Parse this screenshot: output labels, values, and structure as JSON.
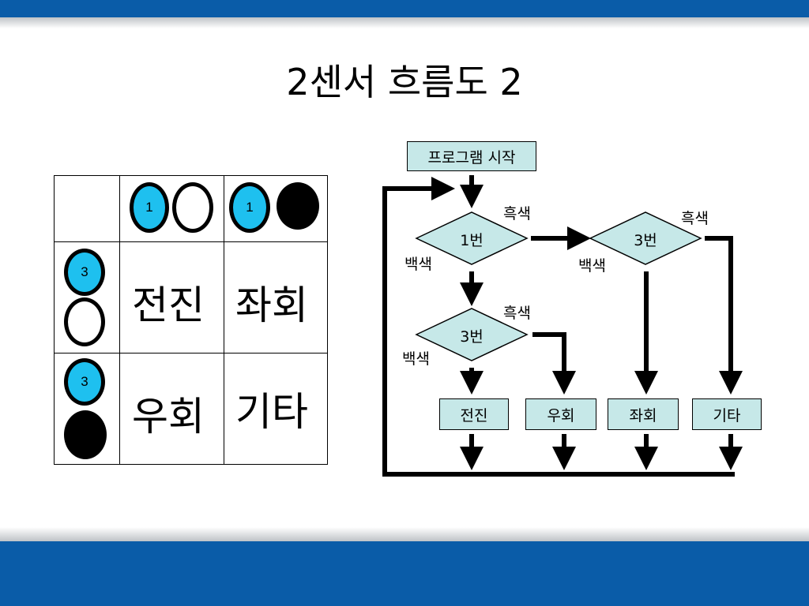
{
  "title": "2센서 흐름도 2",
  "table": {
    "header_sensor_num_1": "1",
    "header_sensor_num_2": "1",
    "row1_sensor_num": "3",
    "row2_sensor_num": "3",
    "cells": [
      "전진",
      "좌회",
      "우회",
      "기타"
    ]
  },
  "flowchart": {
    "start": "프로그램 시작",
    "decision_1": "1번",
    "decision_2": "3번",
    "decision_3": "3번",
    "label_black_1": "흑색",
    "label_white_1": "백색",
    "label_black_2": "흑색",
    "label_white_2": "백색",
    "label_black_3": "흑색",
    "label_white_3": "백색",
    "action_forward": "전진",
    "action_right": "우회",
    "action_left": "좌회",
    "action_other": "기타"
  },
  "colors": {
    "top_bar": "#0a5ca8",
    "sensor_blue": "#1ec0ef",
    "box_fill": "#c6e8e8",
    "diamond_fill": "#c6e8e8"
  }
}
